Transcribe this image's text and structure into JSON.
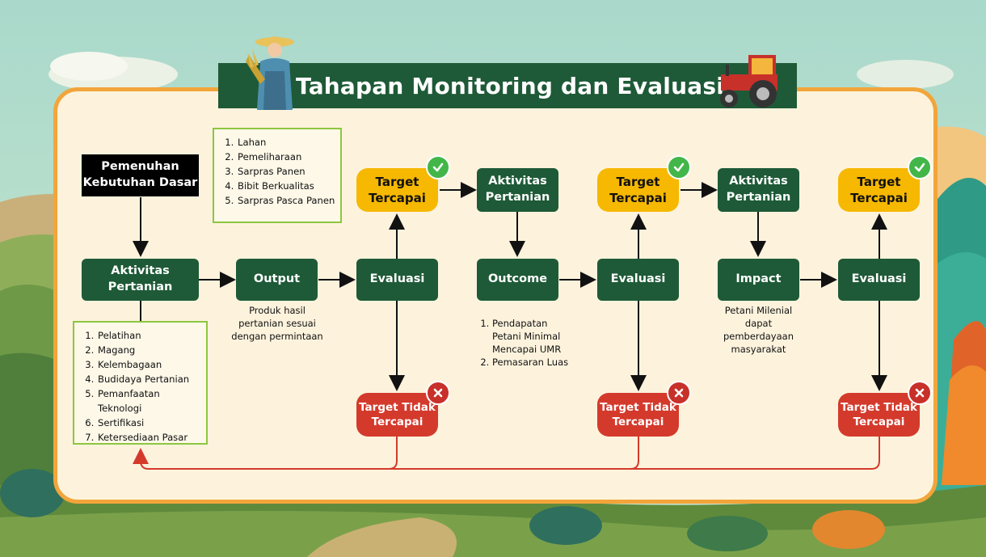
{
  "title": "Tahapan Monitoring dan Evaluasi",
  "nodes": {
    "pemenuhan": "Pemenuhan\nKebutuhan Dasar",
    "aktivitas1": "Aktivitas\nPertanian",
    "output": "Output",
    "evaluasi1": "Evaluasi",
    "target_tercapai1": "Target\nTercapai",
    "target_tidak1": "Target Tidak\nTercapai",
    "aktivitas2": "Aktivitas\nPertanian",
    "outcome": "Outcome",
    "evaluasi2": "Evaluasi",
    "target_tercapai2": "Target\nTercapai",
    "target_tidak2": "Target Tidak\nTercapai",
    "aktivitas3": "Aktivitas\nPertanian",
    "impact": "Impact",
    "evaluasi3": "Evaluasi",
    "target_tercapai3": "Target\nTercapai",
    "target_tidak3": "Target Tidak\nTercapai"
  },
  "basic_needs_list": [
    "Lahan",
    "Pemeliharaan",
    "Sarpras Panen",
    "Bibit Berkualitas",
    "Sarpras Pasca Panen"
  ],
  "activities_list": [
    "Pelatihan",
    "Magang",
    "Kelembagaan",
    "Budidaya Pertanian",
    "Pemanfaatan Teknologi",
    "Sertifikasi",
    "Ketersediaan Pasar"
  ],
  "output_caption": "Produk hasil\npertanian sesuai\ndengan permintaan",
  "outcome_list": [
    "Pendapatan\nPetani Minimal\nMencapai UMR",
    "Pemasaran Luas"
  ],
  "impact_caption": "Petani Milenial\ndapat\npemberdayaan\nmasyarakat",
  "colors": {
    "panel_border": "#f2a53a",
    "panel_fill": "#fdf3dd",
    "node_green": "#1e5a37",
    "target_yellow": "#f6b800",
    "target_red": "#d43a2c",
    "list_border": "#8cc63f",
    "feedback_line": "#d43a2c"
  },
  "icons": [
    "farmer-illustration",
    "tractor-illustration",
    "check-icon",
    "cross-icon"
  ]
}
